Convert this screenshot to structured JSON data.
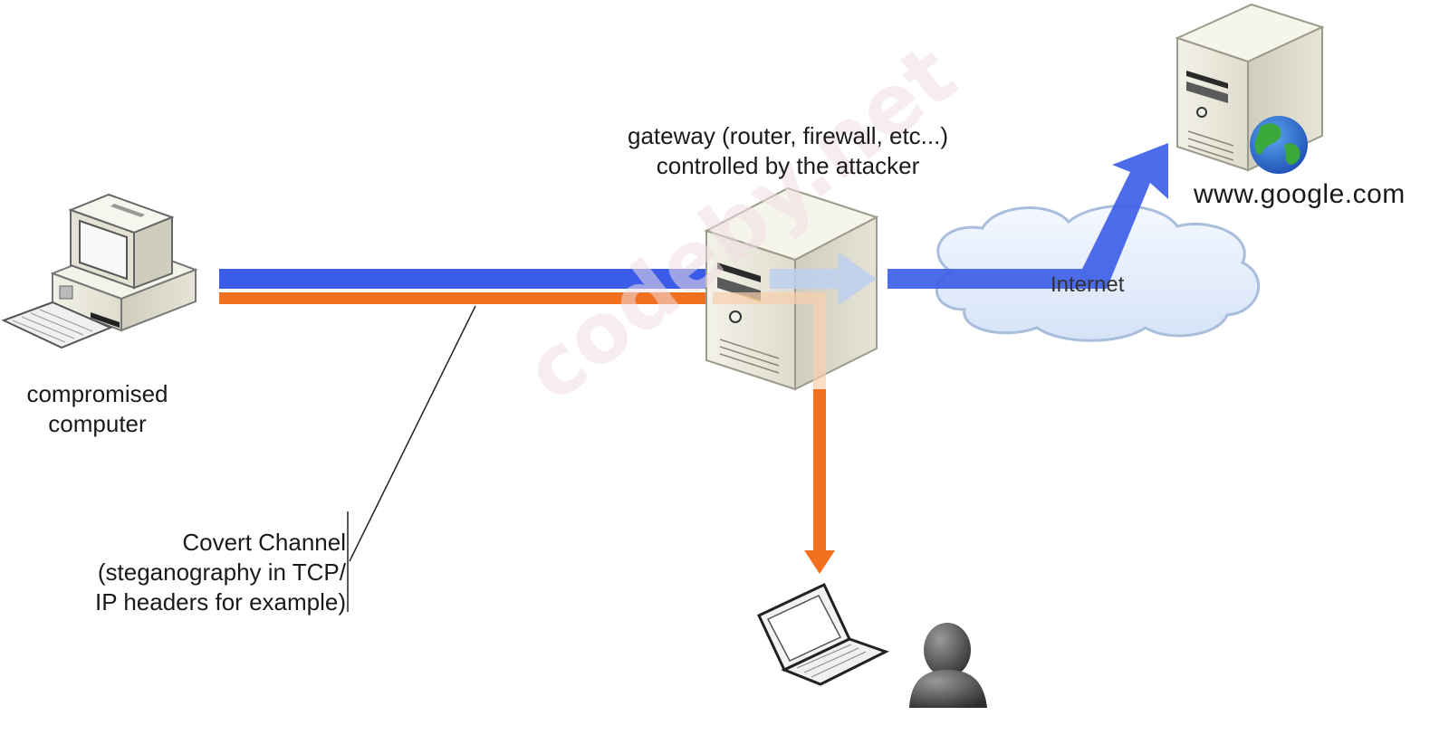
{
  "nodes": {
    "compromised": {
      "label_line1": "compromised",
      "label_line2": "computer",
      "icon": "desktop-computer-icon"
    },
    "gateway": {
      "label_line1": "gateway (router, firewall, etc...)",
      "label_line2": "controlled by the attacker",
      "icon": "server-tower-icon"
    },
    "internet": {
      "label": "Internet",
      "icon": "cloud-icon"
    },
    "google": {
      "label": "www.google.com",
      "icon": "web-server-globe-icon"
    },
    "attacker": {
      "icons": [
        "laptop-icon",
        "user-icon"
      ]
    }
  },
  "annotation": {
    "line1": "Covert Channel",
    "line2": "(steganography in TCP/",
    "line3": "IP headers for example)"
  },
  "watermark": "codeby.net",
  "colors": {
    "normal_traffic": "#3a5ce8",
    "covert_traffic": "#f07020",
    "cloud_fill": "#e8f0fc",
    "cloud_stroke": "#a8bedc",
    "server_body": "#ececdf",
    "text": "#1a1a1a"
  }
}
